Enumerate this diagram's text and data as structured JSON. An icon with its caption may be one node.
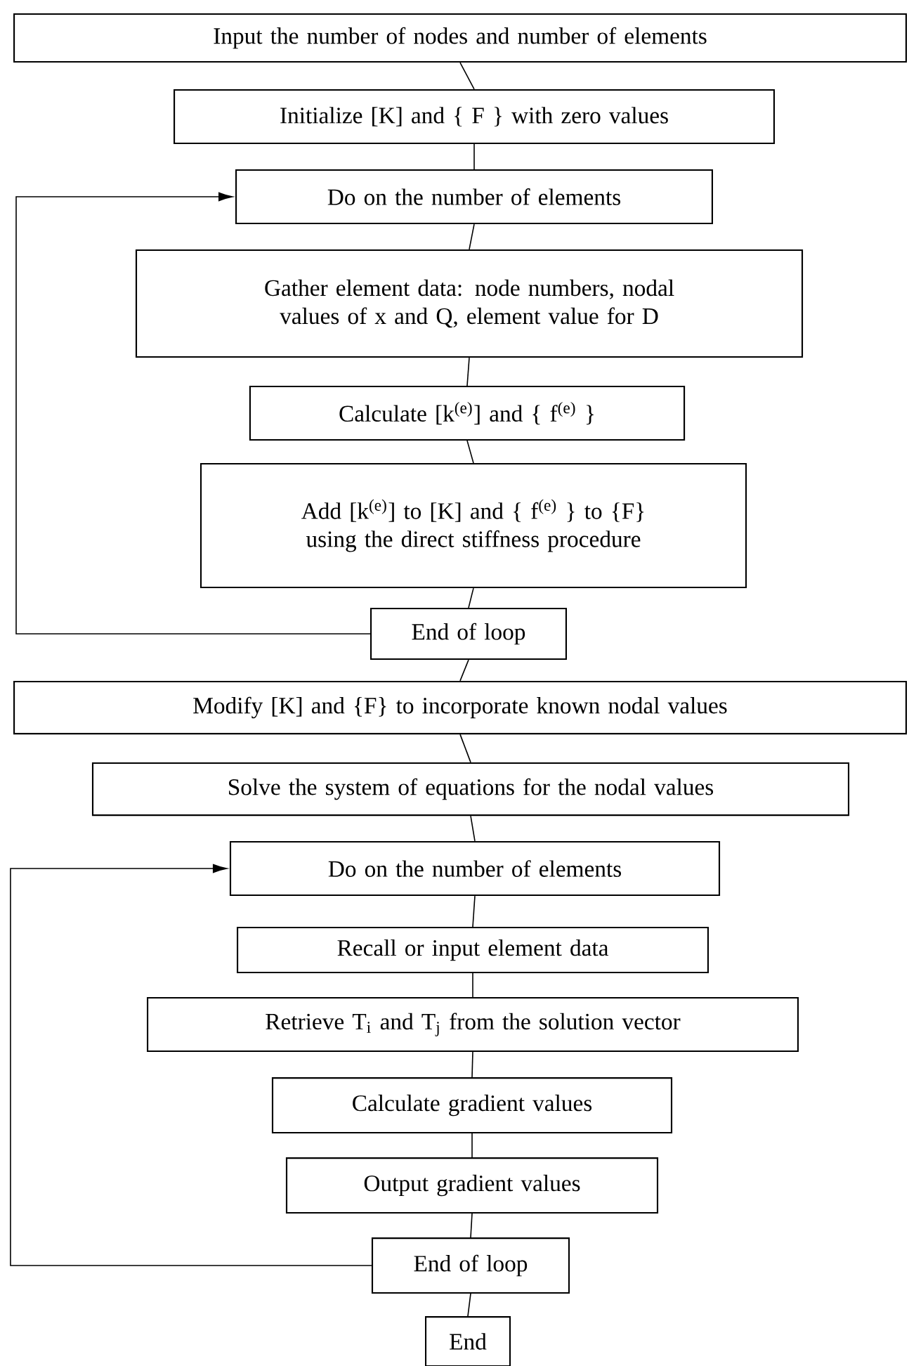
{
  "diagram": {
    "nodes": [
      {
        "text": [
          "Input the number of nodes and number of elements"
        ]
      },
      {
        "text": [
          "Initialize [K] and { F } with zero values"
        ]
      },
      {
        "text": [
          "Do on the number of elements"
        ]
      },
      {
        "text": [
          "Gather element data: node numbers, nodal values of x and Q, element value for D"
        ]
      },
      {
        "text": [
          "Calculate [k$^{(e)}$] and { f$^{(e)}$ }"
        ]
      },
      {
        "text": [
          "Add [k$^{(e)}$] to [K] and { f$^{(e)}$ } to {F} using the direct stiffness procedure"
        ]
      },
      {
        "text": [
          "End of loop"
        ]
      },
      {
        "text": [
          "Modify [K] and {F} to incorporate known nodal values"
        ]
      },
      {
        "text": [
          "Solve the system of equations for the nodal values"
        ]
      },
      {
        "text": [
          "Do on the number of elements"
        ]
      },
      {
        "text": [
          "Recall or input element data"
        ]
      },
      {
        "text": [
          "Retrieve T$_{i}$ and T$_{j}$ from the solution vector"
        ]
      },
      {
        "text": [
          "Calculate gradient values"
        ]
      },
      {
        "text": [
          "Output gradient values"
        ]
      },
      {
        "text": [
          "End of loop"
        ]
      },
      {
        "text": [
          "End"
        ]
      }
    ],
    "edges": [
      {
        "from": 0,
        "to": 1,
        "arrow": "none"
      },
      {
        "from": 1,
        "to": 2,
        "arrow": "none"
      },
      {
        "from": 2,
        "to": 3,
        "arrow": "none"
      },
      {
        "from": 3,
        "to": 4,
        "arrow": "none"
      },
      {
        "from": 4,
        "to": 5,
        "arrow": "none"
      },
      {
        "from": 5,
        "to": 6,
        "arrow": "none"
      },
      {
        "from": 6,
        "to": 2,
        "arrow": "to"
      },
      {
        "from": 6,
        "to": 7,
        "arrow": "none"
      },
      {
        "from": 7,
        "to": 8,
        "arrow": "none"
      },
      {
        "from": 8,
        "to": 9,
        "arrow": "none"
      },
      {
        "from": 9,
        "to": 10,
        "arrow": "none"
      },
      {
        "from": 10,
        "to": 11,
        "arrow": "none"
      },
      {
        "from": 11,
        "to": 12,
        "arrow": "none"
      },
      {
        "from": 12,
        "to": 13,
        "arrow": "none"
      },
      {
        "from": 13,
        "to": 14,
        "arrow": "none"
      },
      {
        "from": 14,
        "to": 9,
        "arrow": "to"
      },
      {
        "from": 14,
        "to": 15,
        "arrow": "none"
      }
    ]
  }
}
